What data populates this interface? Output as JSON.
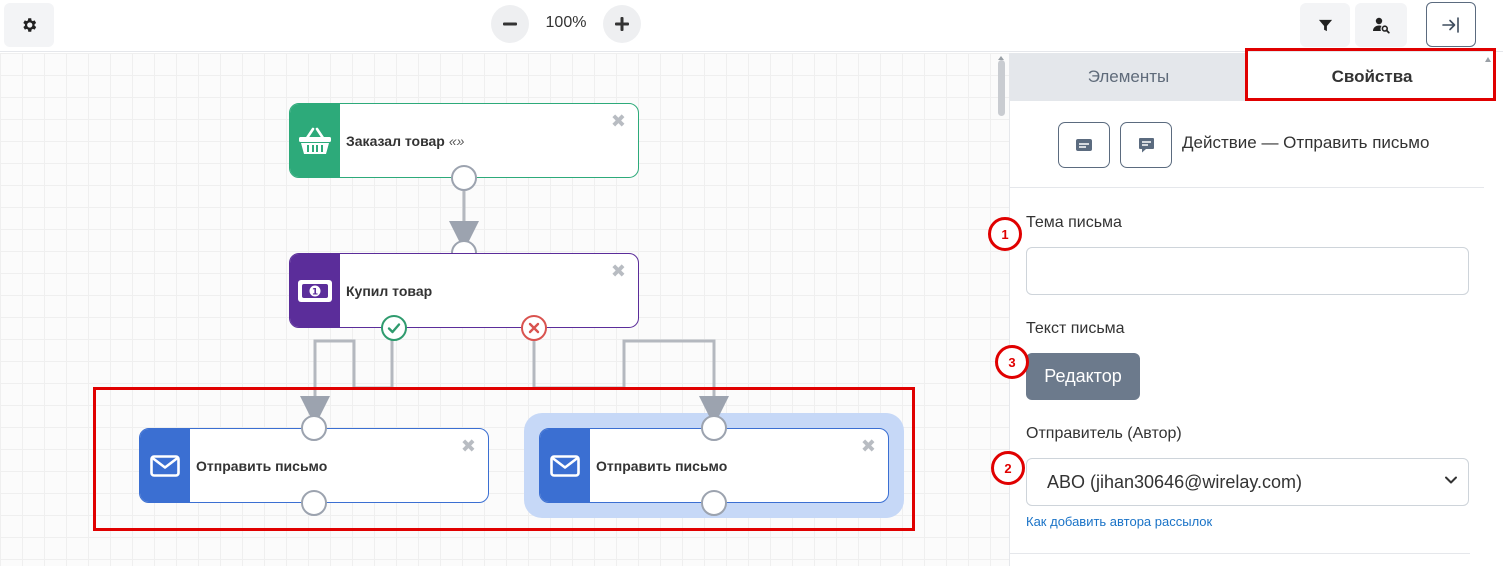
{
  "toolbar": {
    "zoom_label": "100%",
    "icons": [
      "gear-icon",
      "minus-icon",
      "plus-icon",
      "filter-icon",
      "user-search-icon",
      "collapse-panel-icon"
    ]
  },
  "canvas": {
    "nodes": {
      "order": {
        "label": "Заказал товар",
        "quote": "«»",
        "icon": "basket-icon",
        "color": "#2daa7a"
      },
      "buy": {
        "label": "Купил товар",
        "icon": "banknote-icon",
        "color": "#5b2d9a"
      },
      "mail_yes": {
        "label": "Отправить письмо",
        "icon": "envelope-icon",
        "color": "#3b6fd2"
      },
      "mail_no": {
        "label": "Отправить письмо",
        "icon": "envelope-icon",
        "color": "#3b6fd2"
      }
    },
    "close_glyph": "✖",
    "highlight_color": "#e00000",
    "selected_halo_color": "#c6d8f7"
  },
  "panel": {
    "tabs": {
      "elements": "Элементы",
      "properties": "Свойства"
    },
    "action_title": "Действие — Отправить письмо",
    "subject": {
      "label": "Тема письма",
      "value": ""
    },
    "body": {
      "label": "Текст письма",
      "editor_button": "Редактор"
    },
    "sender": {
      "label": "Отправитель (Автор)",
      "value": "ABO (jihan30646@wirelay.com)"
    },
    "help_link": "Как добавить автора рассылок",
    "callouts": {
      "subject": "1",
      "sender": "2",
      "editor": "3"
    }
  }
}
